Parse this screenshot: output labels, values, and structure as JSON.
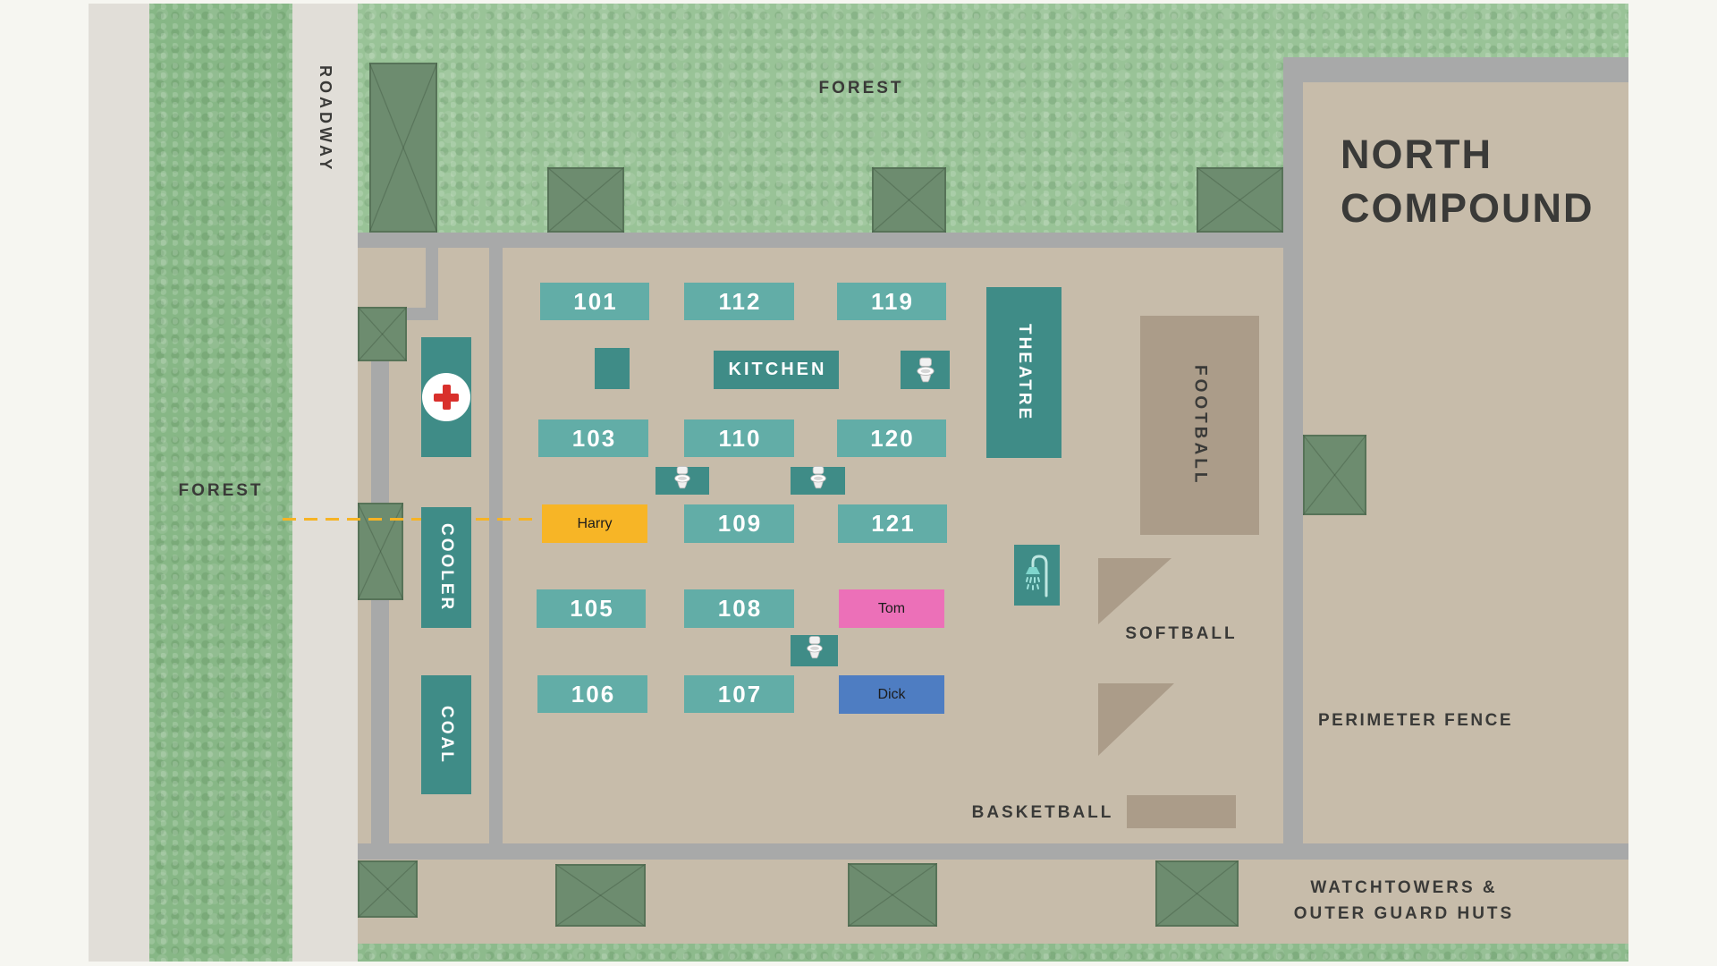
{
  "map": {
    "labels": {
      "forest_north": "FOREST",
      "forest_west": "FOREST",
      "roadway": "ROADWAY",
      "north_compound": [
        "NORTH",
        "COMPOUND"
      ],
      "softball": "SOFTBALL",
      "perimeter_fence": "PERIMETER FENCE",
      "basketball": "BASKETBALL",
      "watchtowers": [
        "WATCHTOWERS &",
        "OUTER GUARD HUTS"
      ]
    },
    "buildings": {
      "kitchen": "KITCHEN",
      "theatre": "THEATRE",
      "football": "FOOTBALL",
      "cooler": "COOLER",
      "coal": "COAL"
    },
    "huts": {
      "h101": "101",
      "h112": "112",
      "h119": "119",
      "h103": "103",
      "h110": "110",
      "h120": "120",
      "h109": "109",
      "h121": "121",
      "h105": "105",
      "h108": "108",
      "h106": "106",
      "h107": "107"
    },
    "tunnels": {
      "harry": {
        "label": "Harry",
        "color": "#f7b526"
      },
      "tom": {
        "label": "Tom",
        "color": "#ec70b8"
      },
      "dick": {
        "label": "Dick",
        "color": "#4e7dc2"
      }
    },
    "icons": [
      "hospital-cross-icon",
      "toilet-icon",
      "shower-icon",
      "watchtower-icon"
    ]
  },
  "colors": {
    "hut": "#62ada7",
    "building": "#3f8c87",
    "field": "#ab9c89",
    "ground": "#c7bcaa",
    "fence": "#a8a9a9",
    "forest": "#8dba8c",
    "watchtower": "#6d8c6f",
    "tunnel_route": "#f6b324",
    "medical_cross": "#d9302c"
  }
}
